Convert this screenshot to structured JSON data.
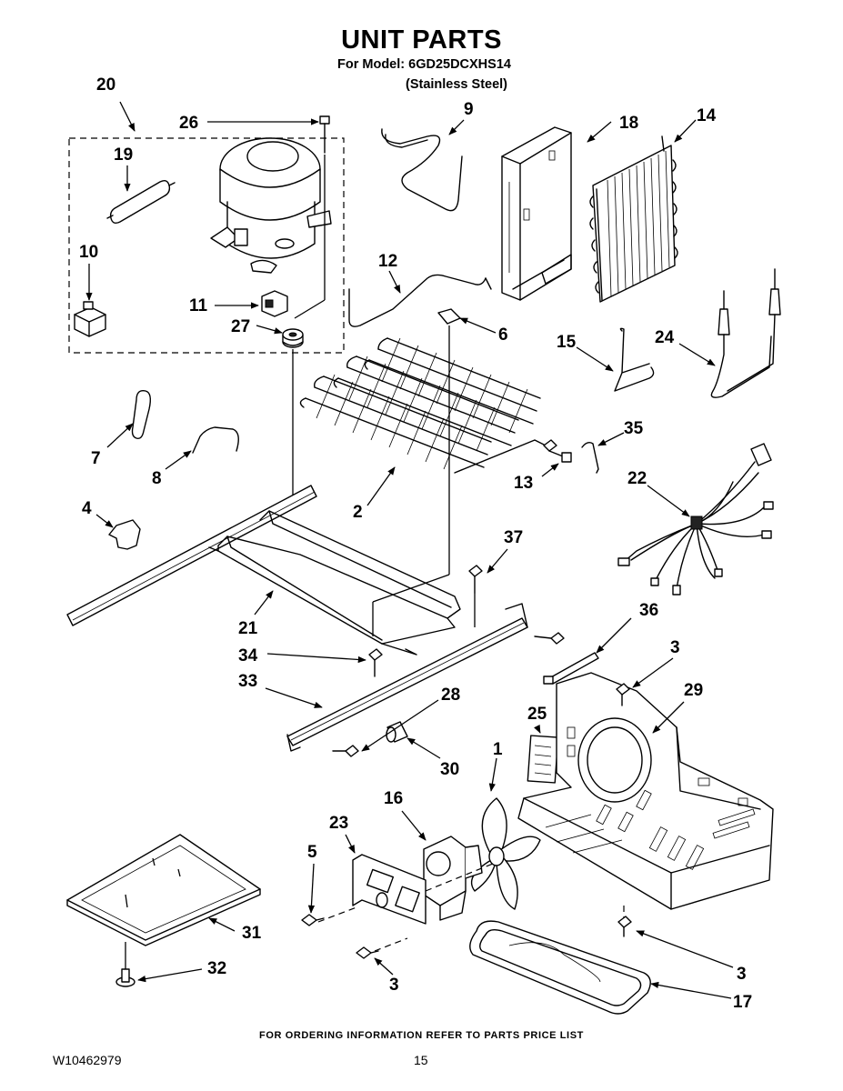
{
  "header": {
    "title": "UNIT PARTS",
    "model_line": "For Model: 6GD25DCXHS14",
    "finish_line": "(Stainless Steel)"
  },
  "callouts": {
    "p1": "1",
    "p2": "2",
    "p3a": "3",
    "p3b": "3",
    "p3c": "3",
    "p4": "4",
    "p5": "5",
    "p6": "6",
    "p7": "7",
    "p8": "8",
    "p9": "9",
    "p10": "10",
    "p11": "11",
    "p12": "12",
    "p13": "13",
    "p14": "14",
    "p15": "15",
    "p16": "16",
    "p17": "17",
    "p18": "18",
    "p19": "19",
    "p20": "20",
    "p21": "21",
    "p22": "22",
    "p23": "23",
    "p24": "24",
    "p25": "25",
    "p26": "26",
    "p27": "27",
    "p28": "28",
    "p29": "29",
    "p30": "30",
    "p31": "31",
    "p32": "32",
    "p33": "33",
    "p34": "34",
    "p35": "35",
    "p36": "36",
    "p37": "37"
  },
  "footer": {
    "ordering_note": "FOR ORDERING INFORMATION REFER TO PARTS PRICE LIST",
    "doc_number": "W10462979",
    "page_number": "15"
  }
}
